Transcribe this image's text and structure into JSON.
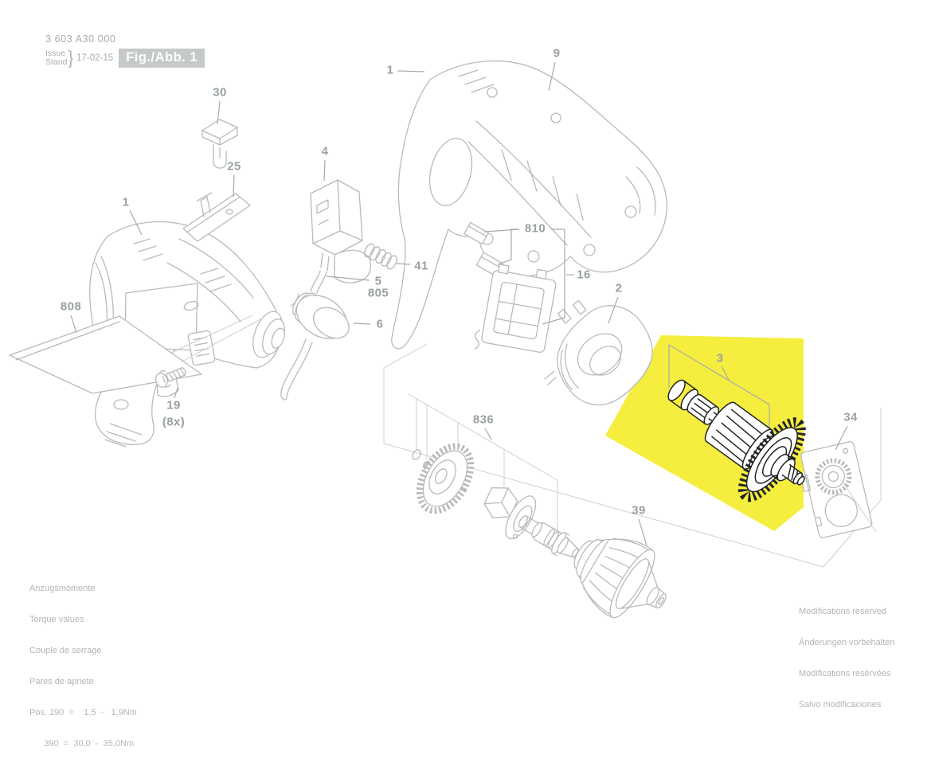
{
  "header": {
    "part_number": "3 603 A30 000",
    "issue_label": "Issue",
    "stand_label": "Stand",
    "brace": "}",
    "issue_date": "17-02-15",
    "figure_label": "Fig./Abb. 1"
  },
  "torque_note": {
    "lines": [
      "Anzugsmomente",
      "Torque values",
      "Couple de serrage",
      "Pares de apriete"
    ],
    "pos_lines": [
      "Pos. 190  =    1,5  -   1,9Nm",
      "      390  =  30,0  -  35,0Nm"
    ]
  },
  "modifications_note": {
    "lines": [
      "Modifications reserved",
      "Änderungen vorbehalten",
      "Modifications resérvées",
      "Salvo modificaciones"
    ]
  },
  "diagram": {
    "highlight": {
      "part": "3",
      "color": "#F5EE3F"
    },
    "callouts": [
      {
        "part": "1",
        "label": "1"
      },
      {
        "part": "30",
        "label": "30"
      },
      {
        "part": "25",
        "label": "25"
      },
      {
        "part": "808",
        "label": "808"
      },
      {
        "part": "19",
        "label": "19"
      },
      {
        "part": "19",
        "label": "(8x)"
      },
      {
        "part": "4",
        "label": "4"
      },
      {
        "part": "41",
        "label": "41"
      },
      {
        "part": "5",
        "label": "5"
      },
      {
        "part": "805",
        "label": "805"
      },
      {
        "part": "6",
        "label": "6"
      },
      {
        "part": "1",
        "label": "1"
      },
      {
        "part": "9",
        "label": "9"
      },
      {
        "part": "810",
        "label": "810"
      },
      {
        "part": "16",
        "label": "16"
      },
      {
        "part": "2",
        "label": "2"
      },
      {
        "part": "3",
        "label": "3"
      },
      {
        "part": "34",
        "label": "34"
      },
      {
        "part": "836",
        "label": "836"
      },
      {
        "part": "39",
        "label": "39"
      }
    ]
  }
}
